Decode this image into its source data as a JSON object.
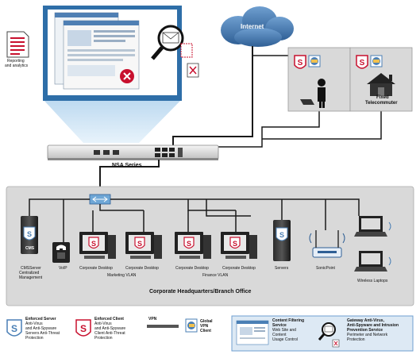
{
  "top": {
    "reporting_label_1": "Reporting",
    "reporting_label_2": "and analytics",
    "internet_label": "Internet",
    "nsa_label": "NSA Series",
    "fixed_label": "Fixed",
    "telecommuter_label": "Telecommuter"
  },
  "hq": {
    "title": "Corporate Headquarters/Branch Office",
    "cms_box_label": "CMS",
    "cms_label_1": "CMSServer",
    "cms_label_2": "Centralized",
    "cms_label_3": "Management",
    "voip_label": "VoIP",
    "desktop_label_a": "Corporate Desktop",
    "desktop_label_b": "Corporate Desktop",
    "desktop_label_c": "Corporate Desktop",
    "desktop_label_d": "Corporate Desktop",
    "marketing_vlan": "Marketing VLAN",
    "finance_vlan": "Finance VLAN",
    "servers_label": "Servers",
    "sonicpoint_label": "SonicPoint",
    "wireless_label": "Wireless Laptops"
  },
  "legend": {
    "server_av_1": "Enforced Server",
    "server_av_2": "Anti-Virus",
    "server_av_3": "and Anti-Spyware",
    "server_av_4": "Servers Anti-Threat",
    "server_av_5": "Protection",
    "client_av_1": "Enforced Client",
    "client_av_2": "Anti-Virus",
    "client_av_3": "and Anti-Spyware",
    "client_av_4": "Client Anti-Threat",
    "client_av_5": "Protection",
    "vpn_label": "VPN",
    "global_vpn_1": "Global",
    "global_vpn_2": "VPN",
    "global_vpn_3": "Client",
    "cfs_1": "Content Filtering",
    "cfs_2": "Service",
    "cfs_3": "Web Site and",
    "cfs_4": "Content",
    "cfs_5": "Usage Control",
    "gw_1": "Gateway Anti-Virus,",
    "gw_2": "Anti-Spyware and Intrusion",
    "gw_3": "Prevention Service",
    "gw_4": "Perimeter and Network",
    "gw_5": "Protection"
  },
  "colors": {
    "accent_red": "#c8102e",
    "shield_blue": "#4a7fb5",
    "panel_gray": "#d9d9d9",
    "cloud_blue": "#3d6fa6",
    "network_line": "#1a1a1a"
  }
}
